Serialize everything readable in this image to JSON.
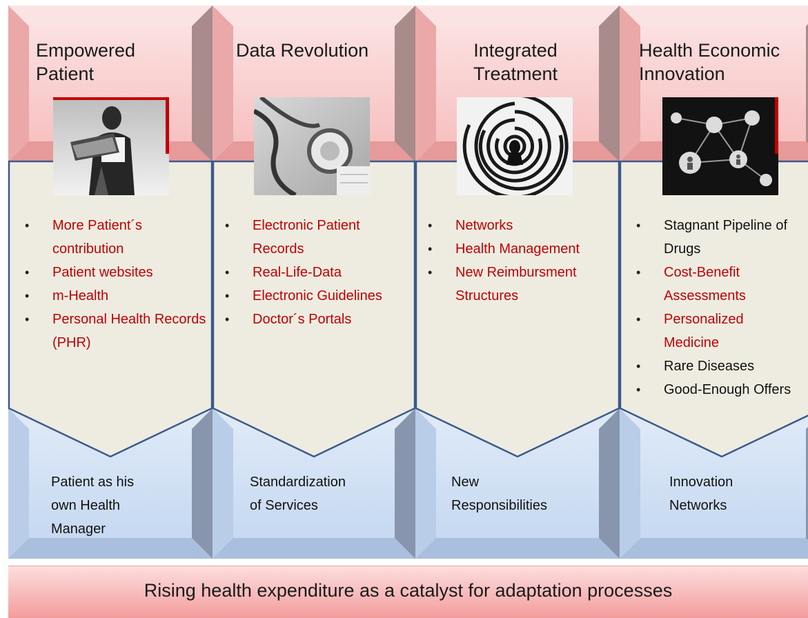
{
  "columns": [
    {
      "title": "Empowered\nPatient",
      "image": "person-with-laptop-photo",
      "bullets": [
        {
          "text": "More Patient´s contribution",
          "color": "#c00000"
        },
        {
          "text": "Patient websites",
          "color": "#c00000"
        },
        {
          "text": "m-Health",
          "color": "#c00000"
        },
        {
          "text": "Personal Health Records (PHR)",
          "color": "#c00000"
        }
      ],
      "bottom": "Patient as his\nown Health\nManager"
    },
    {
      "title": "Data Revolution",
      "image": "stethoscope-photo",
      "bullets": [
        {
          "text": "Electronic Patient Records",
          "color": "#c00000"
        },
        {
          "text": "Real-Life-Data",
          "color": "#c00000"
        },
        {
          "text": "Electronic Guidelines",
          "color": "#c00000"
        },
        {
          "text": "Doctor´s Portals",
          "color": "#c00000"
        }
      ],
      "bottom": "Standardization\nof Services"
    },
    {
      "title": "Integrated\nTreatment",
      "image": "maze-photo",
      "bullets": [
        {
          "text": "Networks",
          "color": "#c00000"
        },
        {
          "text": "Health Management",
          "color": "#c00000"
        },
        {
          "text": "New Reimbursment Structures",
          "color": "#c00000"
        }
      ],
      "bottom": "New\nResponsibilities"
    },
    {
      "title": "Health Economic\nInnovation",
      "image": "network-people-photo",
      "bullets": [
        {
          "text": "Stagnant Pipeline of Drugs",
          "color": "#111111"
        },
        {
          "text": "Cost-Benefit Assessments",
          "color": "#c00000"
        },
        {
          "text": "Personalized Medicine",
          "color": "#c00000"
        },
        {
          "text": "Rare Diseases",
          "color": "#111111"
        },
        {
          "text": "Good-Enough Offers",
          "color": "#111111"
        }
      ],
      "bottom": "Innovation\nNetworks"
    }
  ],
  "footer": "Rising health expenditure as a catalyst for adaptation processes",
  "colors": {
    "header_pink": "#f7c1c1",
    "panel_beige": "#eeece1",
    "bottom_blue": "#c6d9f1",
    "outline_blue": "#3b5a8a",
    "accent_red": "#c00000"
  }
}
